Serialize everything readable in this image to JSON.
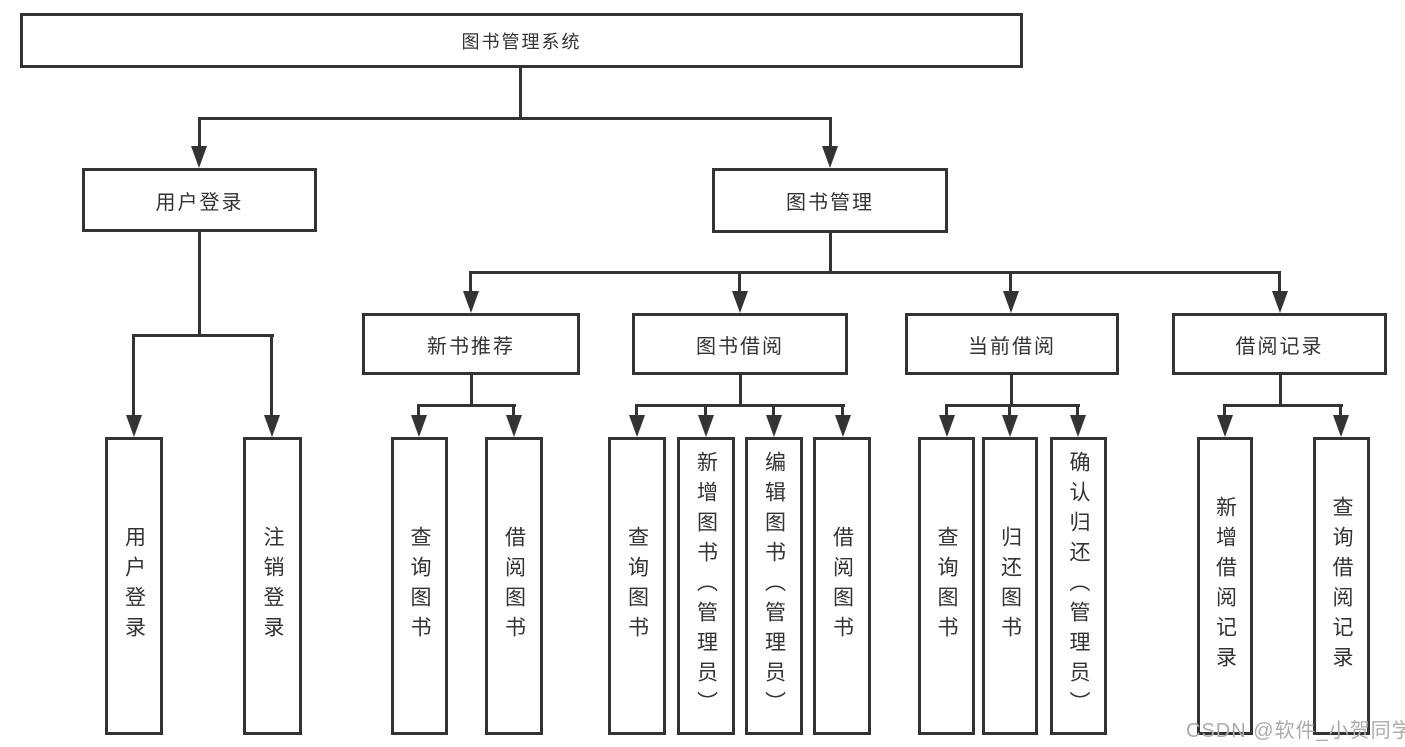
{
  "tree": {
    "label": "图书管理系统",
    "children": [
      {
        "label": "用户登录",
        "children": [
          {
            "label": "用户登录"
          },
          {
            "label": "注销登录"
          }
        ]
      },
      {
        "label": "图书管理",
        "children": [
          {
            "label": "新书推荐",
            "children": [
              {
                "label": "查询图书"
              },
              {
                "label": "借阅图书"
              }
            ]
          },
          {
            "label": "图书借阅",
            "children": [
              {
                "label": "查询图书"
              },
              {
                "label": "新增图书（管理员）"
              },
              {
                "label": "编辑图书（管理员）"
              },
              {
                "label": "借阅图书"
              }
            ]
          },
          {
            "label": "当前借阅",
            "children": [
              {
                "label": "查询图书"
              },
              {
                "label": "归还图书"
              },
              {
                "label": "确认归还（管理员）"
              }
            ]
          },
          {
            "label": "借阅记录",
            "children": [
              {
                "label": "新增借阅记录"
              },
              {
                "label": "查询借阅记录"
              }
            ]
          }
        ]
      }
    ]
  },
  "watermark": {
    "text": "CSDN @软件_小贺同学"
  },
  "colors": {
    "line": "#333333",
    "box_background": "#ffffff",
    "page_background": "#ffffff",
    "watermark_text": "#ababab"
  }
}
